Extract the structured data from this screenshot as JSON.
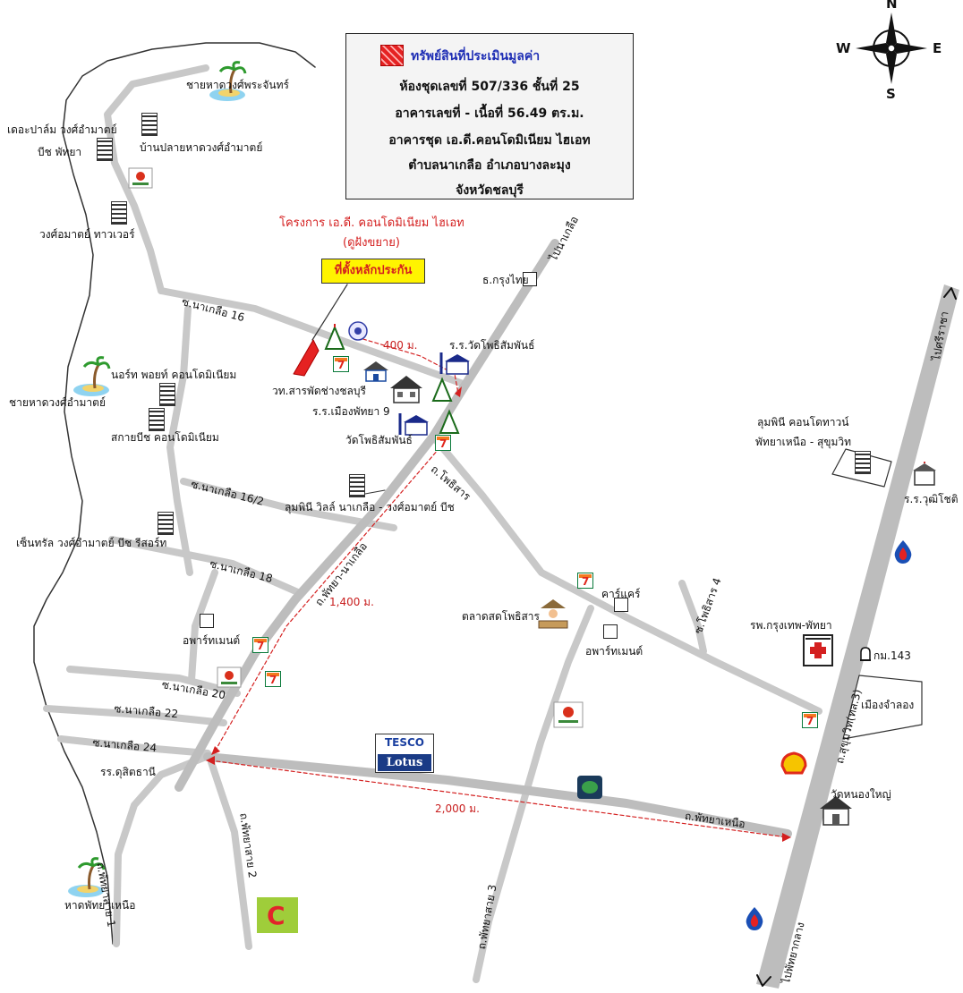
{
  "compass": {
    "n": "N",
    "s": "S",
    "e": "E",
    "w": "W"
  },
  "legend": {
    "title": "ทรัพย์สินที่ประเมินมูลค่า",
    "line1": "ห้องชุดเลขที่  507/336  ชั้นที่ 25",
    "line2": "อาคารเลขที่ -  เนื้อที่  56.49  ตร.ม.",
    "line3": "อาคารชุด เอ.ดี.คอนโดมิเนียม ไฮเอท",
    "line4": "ตำบลนาเกลือ  อำเภอบางละมุง",
    "line5": "จังหวัดชลบุรี"
  },
  "project": {
    "line1": "โครงการ เอ.ดี. คอนโดมิเนียม ไฮเอท",
    "line2": "(ดูฝังขยาย)"
  },
  "callout": "ที่ตั้งหลักประกัน",
  "distances": {
    "d400": "400 ม.",
    "d1400": "1,400 ม.",
    "d2000": "2,000 ม."
  },
  "labels": {
    "beach_phrachan": "ชายหาดวงศ์พระจันทร์",
    "cape_palm": "เดอะปาล์ม วงศ์อำมาตย์",
    "beach_pattaya": "บีช พัทยา",
    "baan_plai": "บ้านปลายหาดวงศ์อำมาตย์",
    "wong_tower": "วงศ์อมาตย์ ทาวเวอร์",
    "naklua16": "ซ.นาเกลือ 16",
    "north_point": "นอร์ท พอยท์ คอนโดมิเนียม",
    "beach_wongamat": "ชายหาดวงศ์อำมาตย์",
    "sky_beach": "สกายบีช คอนโดมิเนียม",
    "vocational": "วท.สารพัดช่างชลบุรี",
    "school_pattaya9": "ร.ร.เมืองพัทยา 9",
    "wat_phothisamphan": "วัดโพธิสัมพันธ์",
    "school_wat": "ร.ร.วัดโพธิสัมพันธ์",
    "krungthai": "ธ.กรุงไทย",
    "to_naklua": "ไปนาเกลือ",
    "phothisan_rd": "ถ.โพธิสาร",
    "naklua16_2": "ซ.นาเกลือ 16/2",
    "lumpini_ville": "ลุมพินี วิลล์ นาเกลือ - วงศ์อมาตย์ บีช",
    "central_wong": "เซ็นทรัล วงศ์อำมาตย์ บีช รีสอร์ท",
    "naklua18": "ซ.นาเกลือ 18",
    "pattaya_naklua_rd": "ถ.พัทยา-นาเกลือ",
    "apartment_left": "อพาร์ทเมนต์",
    "naklua20": "ซ.นาเกลือ 20",
    "naklua22": "ซ.นาเกลือ 22",
    "naklua24": "ซ.นาเกลือ 24",
    "dusit": "รร.ดุสิตธานี",
    "pattaya_sai1": "ถ.พัทยาสาย 1",
    "pattaya_sai2": "ถ.พัทยาสาย 2",
    "pattaya_sai3": "ถ.พัทยาสาย 3",
    "beach_north": "หาดพัทยาเหนือ",
    "market": "ตลาดสดโพธิสาร",
    "carcare": "คาร์แคร์",
    "apartment_right": "อพาร์ทเมนต์",
    "phothisan4": "ซ.โพธิสาร 4",
    "lumpini_town": "ลุมพินี คอนโดทาวน์",
    "lumpini_town2": "พัทยาเหนือ - สุขุมวิท",
    "school_wutthichot": "ร.ร.วุฒิโชติ",
    "to_sriracha": "ไปศรีราชา",
    "hospital": "รพ.กรุงเทพ-พัทยา",
    "km143": "กม.143",
    "muang_jamlong": "เมืองจำลอง",
    "sukhumvit": "ถ.สุขุมวิท(ทล.3)",
    "north_pattaya_rd": "ถ.พัทยาเหนือ",
    "wat_nongyai": "วัดหนองใหญ่",
    "to_pattaya_klang": "ไปพัทยากลาง"
  },
  "brands": {
    "tesco_top": "TESCO",
    "tesco_bottom": "Lotus",
    "bigc": "C"
  },
  "colors": {
    "road": "#c8c8c8",
    "highway": "#bdbdbd",
    "accent_red": "#d41f1f",
    "legend_title": "#1f2fb5",
    "callout_bg": "#fff400"
  }
}
